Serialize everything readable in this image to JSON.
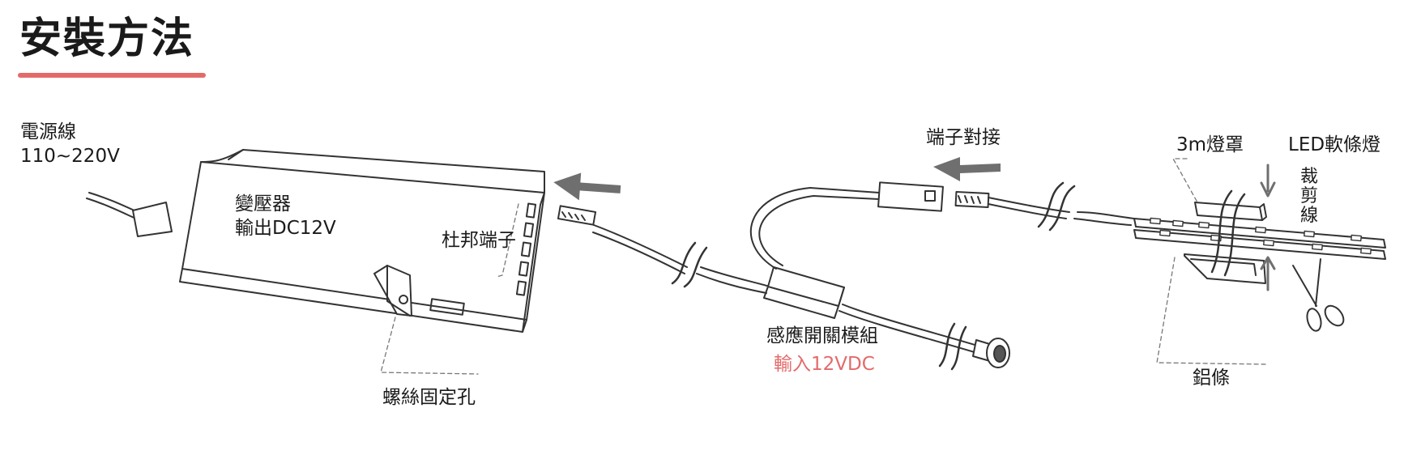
{
  "title": "安裝方法",
  "colors": {
    "accent": "#e46a6a",
    "line": "#333333",
    "arrow": "#6f6f6f"
  },
  "labels": {
    "power_cord": "電源線",
    "voltage": "110~220V",
    "transformer": "變壓器",
    "output": "輸出DC12V",
    "dupont": "杜邦端子",
    "screw_hole": "螺絲固定孔",
    "connect": "端子對接",
    "sensor_module": "感應開關模組",
    "input": "輸入12VDC",
    "cover": "3m燈罩",
    "led_strip": "LED軟條燈",
    "cut": "裁剪線",
    "aluminum": "鋁條"
  },
  "icons": [
    "arrow-left-icon",
    "arrow-down-icon",
    "arrow-up-icon",
    "scissors-icon"
  ]
}
